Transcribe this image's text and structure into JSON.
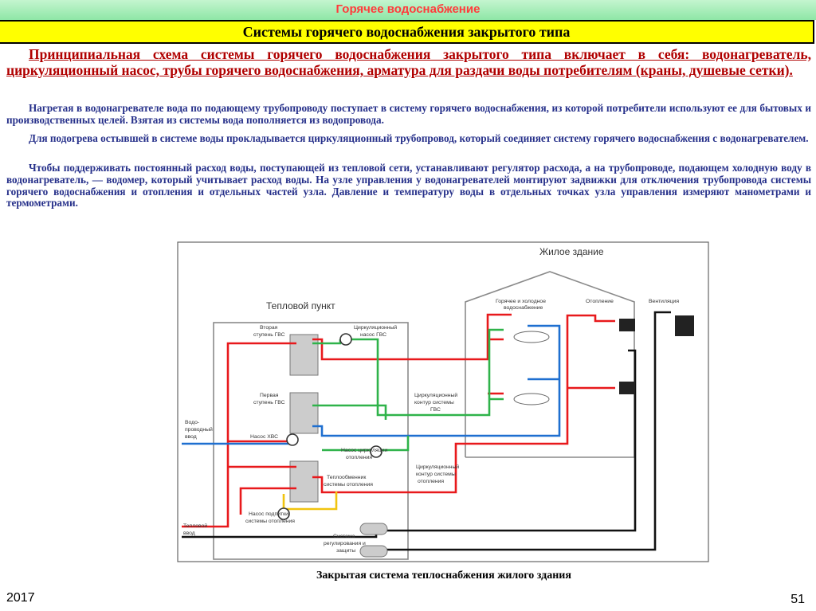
{
  "header": {
    "title": "Горячее водоснабжение",
    "subtitle": "Системы горячего водоснабжения закрытого типа"
  },
  "headline": "Принципиальная схема системы горячего водоснабжения закрытого типа включает в себя: водонагреватель, циркуляционный насос, трубы горячего водоснабжения, арматура для раздачи воды потребителям (краны, душевые сетки).",
  "paragraphs": [
    "Нагретая в водонагревателе вода по подающему трубопроводу поступает в систему горячего водоснабжения, из которой потребители используют ее для бытовых и производственных целей. Взятая из системы вода пополняется из водопровода.",
    "Для подогрева остывшей в системе воды прокладывается циркуляционный трубопровод, который соединяет систему горячего водоснабжения с водонагревателем.",
    "Чтобы поддерживать постоянный расход воды, поступающей из тепловой сети, устанавливают регулятор расхода, а на трубопроводе, подающем холодную воду в водонагреватель, — водомер, который учитывает расход воды. На узле управления у водонагревателей монтируют задвижки для отключения трубопровода системы горячего водоснабжения и отопления и отдельных частей узла. Давление и температуру воды в отдельных точках узла управления измеряют манометрами и термометрами."
  ],
  "diagram": {
    "building_label": "Жилое здание",
    "substation_label": "Тепловой пункт",
    "labels": {
      "stage2": [
        "Вторая",
        "ступень ГВС"
      ],
      "stage1": [
        "Первая",
        "ступень ГВС"
      ],
      "circ_pump_gvs": [
        "Циркуляционный",
        "насос ГВС"
      ],
      "water_inlet": [
        "Водо-",
        "проводный",
        "ввод"
      ],
      "cold_pump": "Насос ХВС",
      "circ_loop_gvs": [
        "Циркуляционный",
        "контур системы",
        "ГВС"
      ],
      "heating_circ_pump": [
        "Насос циркуляции",
        "отопления"
      ],
      "heat_exchanger": [
        "Теплообменник",
        "системы отопления"
      ],
      "heating_loop": [
        "Циркуляционный",
        "контур системы",
        "отопления"
      ],
      "makeup_pump": [
        "Насос подпитки",
        "системы отопления"
      ],
      "heat_inlet": [
        "Тепловой",
        "ввод"
      ],
      "control_system": [
        "Система",
        "регулирования и",
        "защиты"
      ],
      "hot_cold_water": [
        "Горячее и холодное",
        "водоснабжение"
      ],
      "heating": "Отопление",
      "ventilation": "Вентиляция"
    },
    "colors": {
      "hot": "#e8191c",
      "cold": "#1e6fd0",
      "circulation": "#2fb34a",
      "return": "#111111",
      "makeup": "#f1c40f"
    }
  },
  "caption": "Закрытая система теплоснабжения жилого здания",
  "footer": {
    "year": "2017",
    "page": "51"
  }
}
